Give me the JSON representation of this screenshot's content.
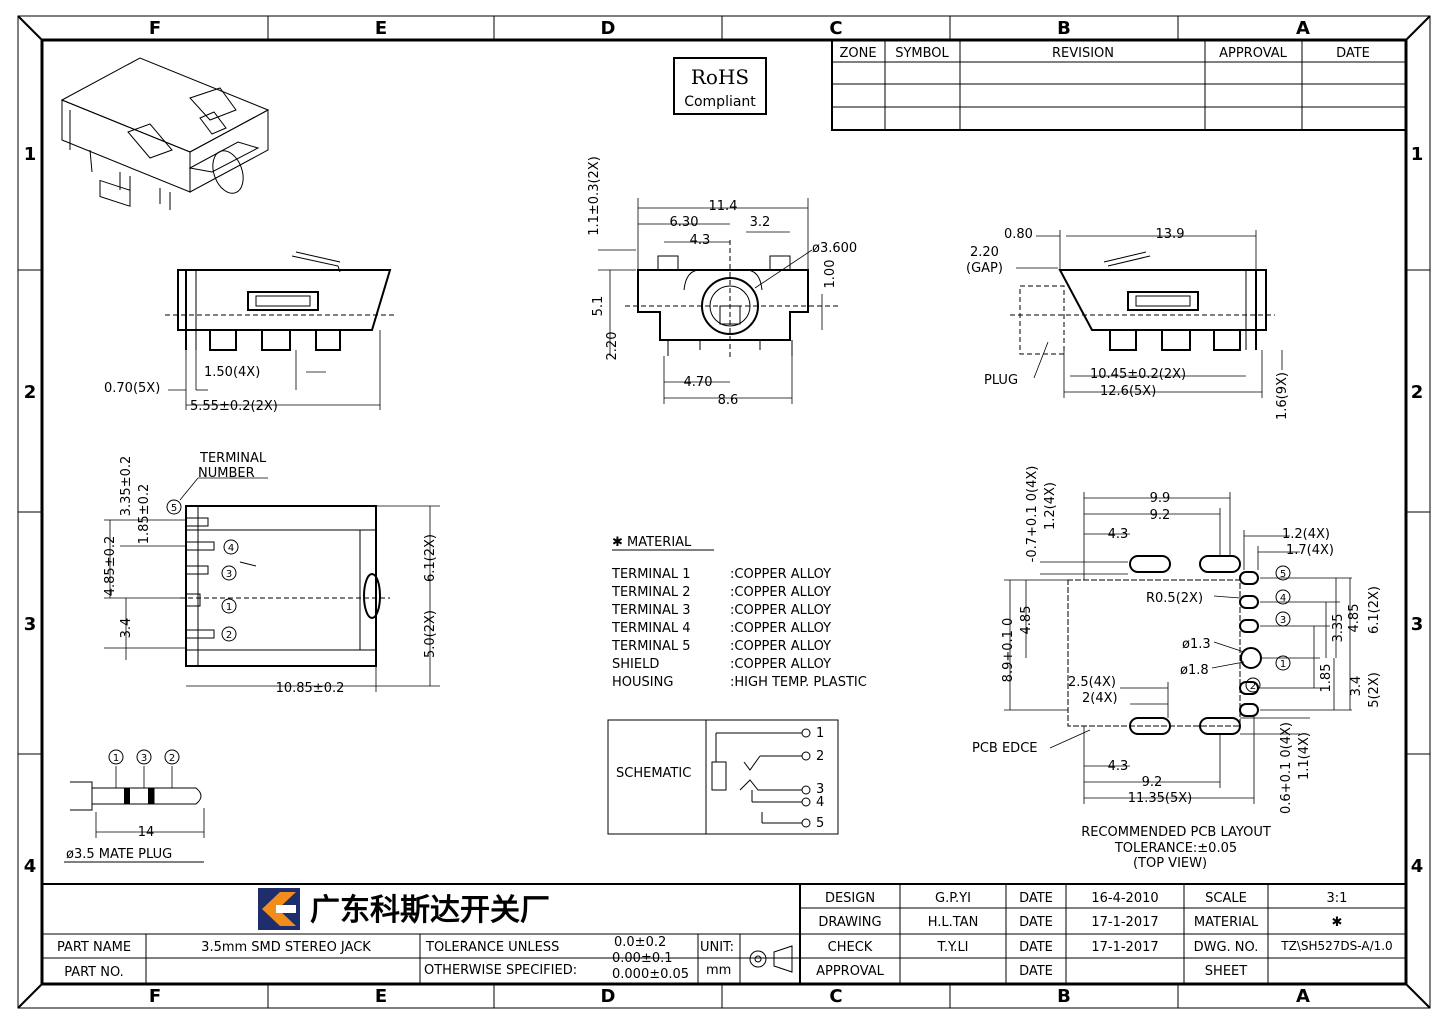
{
  "zones": {
    "columns": [
      "F",
      "E",
      "D",
      "C",
      "B",
      "A"
    ],
    "rows": [
      "1",
      "2",
      "3",
      "4"
    ]
  },
  "revision_table": {
    "headers": [
      "ZONE",
      "SYMBOL",
      "REVISION",
      "APPROVAL",
      "DATE"
    ]
  },
  "rohs": {
    "line1": "RoHS",
    "line2": "Compliant"
  },
  "dims": {
    "side_left": {
      "a": "0.70(5X)",
      "b": "1.50(4X)",
      "c": "5.55±0.2(2X)"
    },
    "front": {
      "vert_top": "1.1±0.3(2X)",
      "w_total": "11.4",
      "w1": "6.30",
      "w2": "4.3",
      "w3": "3.2",
      "dia": "ø3.600",
      "v_right": "1.00",
      "v_left1": "5.1",
      "v_left2": "2.20",
      "b1": "4.70",
      "b2": "8.6"
    },
    "side_right": {
      "a": "0.80",
      "b": "13.9",
      "gap1": "2.20",
      "gap2": "(GAP)",
      "plug": "PLUG",
      "c": "10.45±0.2(2X)",
      "d": "12.6(5X)",
      "e": "1.6(9X)"
    },
    "top": {
      "terminal_label1": "TERMINAL",
      "terminal_label2": "NUMBER",
      "a": "3.35±0.2",
      "b": "1.85±0.2",
      "c": "4.85±0.2",
      "d": "3.4",
      "e": "6.1(2X)",
      "f": "5.0(2X)",
      "g": "10.85±0.2"
    },
    "plug": {
      "len": "14",
      "label": "ø3.5 MATE PLUG"
    },
    "pcb": {
      "a": "-0.7+0.1 0(4X)",
      "b": "1.2(4X)",
      "w1": "9.9",
      "w2": "9.2",
      "w3": "4.3",
      "r1": "1.2(4X)",
      "r2": "1.7(4X)",
      "rad": "R0.5(2X)",
      "d1": "ø1.3",
      "d2": "ø1.8",
      "v1": "4.85",
      "v2": "8.9+0.1 0",
      "v3": "2.5(4X)",
      "v4": "2(4X)",
      "v5": "3.35",
      "v6": "4.85",
      "v7": "6.1(2X)",
      "v8": "1.85",
      "v9": "3.4",
      "v10": "5(2X)",
      "edge": "PCB EDCE",
      "b1": "4.3",
      "b2": "9.2",
      "b3": "11.35(5X)",
      "b4": "0.6+0.1 0(4X)",
      "b5": "1.1(4X)",
      "caption1": "RECOMMENDED PCB LAYOUT",
      "caption2": "TOLERANCE:±0.05",
      "caption3": "(TOP VIEW)"
    }
  },
  "material": {
    "title": "✱ MATERIAL",
    "rows": [
      {
        "name": "TERMINAL  1",
        "value": ":COPPER  ALLOY"
      },
      {
        "name": "TERMINAL  2",
        "value": ":COPPER  ALLOY"
      },
      {
        "name": "TERMINAL  3",
        "value": ":COPPER  ALLOY"
      },
      {
        "name": "TERMINAL  4",
        "value": ":COPPER  ALLOY"
      },
      {
        "name": "TERMINAL  5",
        "value": ":COPPER  ALLOY"
      },
      {
        "name": "SHIELD",
        "value": ":COPPER  ALLOY"
      },
      {
        "name": "HOUSING",
        "value": ":HIGH  TEMP.  PLASTIC"
      }
    ]
  },
  "schematic": {
    "label": "SCHEMATIC",
    "pins": [
      "1",
      "2",
      "3",
      "4",
      "5"
    ]
  },
  "title_block": {
    "company": "广东科斯达开关厂",
    "part_name_label": "PART NAME",
    "part_name": "3.5mm  SMD  STEREO  JACK",
    "part_no_label": "PART NO.",
    "part_no": "",
    "tol_label1": "TOLERANCE  UNLESS",
    "tol_label2": "OTHERWISE  SPECIFIED:",
    "tol1": "0.0±0.2",
    "tol2": "0.00±0.1",
    "tol3": "0.000±0.05",
    "unit_label": "UNIT:",
    "unit": "mm",
    "design_label": "DESIGN",
    "design": "G.P.YI",
    "drawing_label": "DRAWING",
    "drawing": "H.L.TAN",
    "check_label": "CHECK",
    "check": "T.Y.LI",
    "approval_label": "APPROVAL",
    "approval": "",
    "date_label": "DATE",
    "design_date": "16-4-2010",
    "drawing_date": "17-1-2017",
    "check_date": "17-1-2017",
    "approval_date": "",
    "scale_label": "SCALE",
    "scale": "3:1",
    "material_label": "MATERIAL",
    "material": "✱",
    "dwg_label": "DWG. NO.",
    "dwg": "TZ\\SH527DS-A/1.0",
    "sheet_label": "SHEET",
    "sheet": ""
  }
}
